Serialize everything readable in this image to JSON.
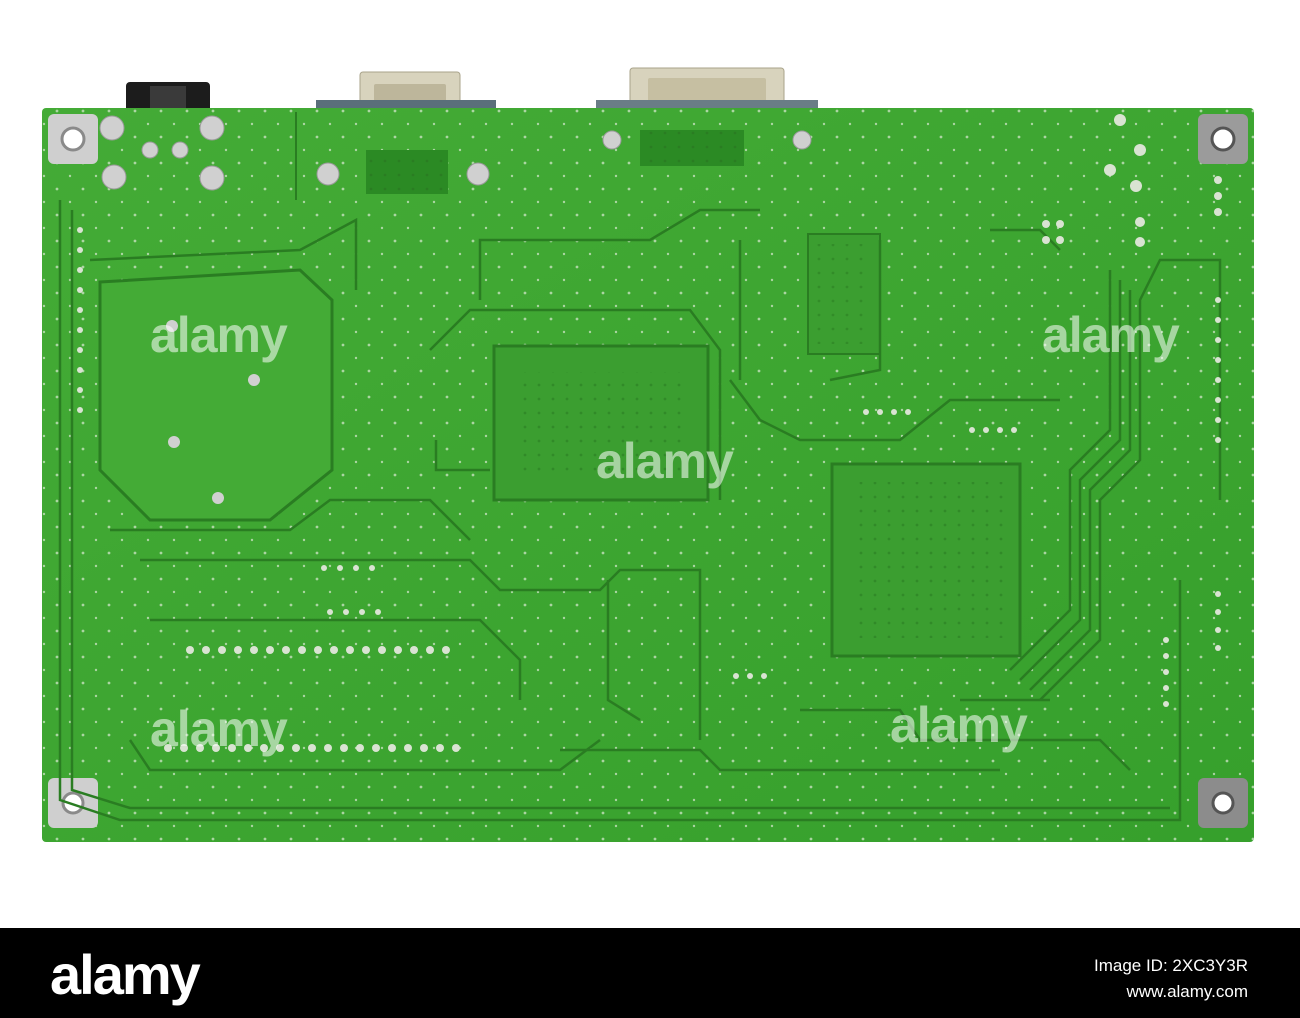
{
  "watermark": {
    "text": "alamy"
  },
  "footer": {
    "logo": "alamy",
    "image_id": "Image ID: 2XC3Y3R",
    "url": "www.alamy.com"
  },
  "colors": {
    "board": "#3aa32f",
    "board_dark": "#2b8a24",
    "trace": "#2a7d22",
    "pad": "#c9c9c9",
    "connector": "#d8d3bd",
    "footer_bg": "#000000",
    "footer_text": "#ffffff"
  }
}
